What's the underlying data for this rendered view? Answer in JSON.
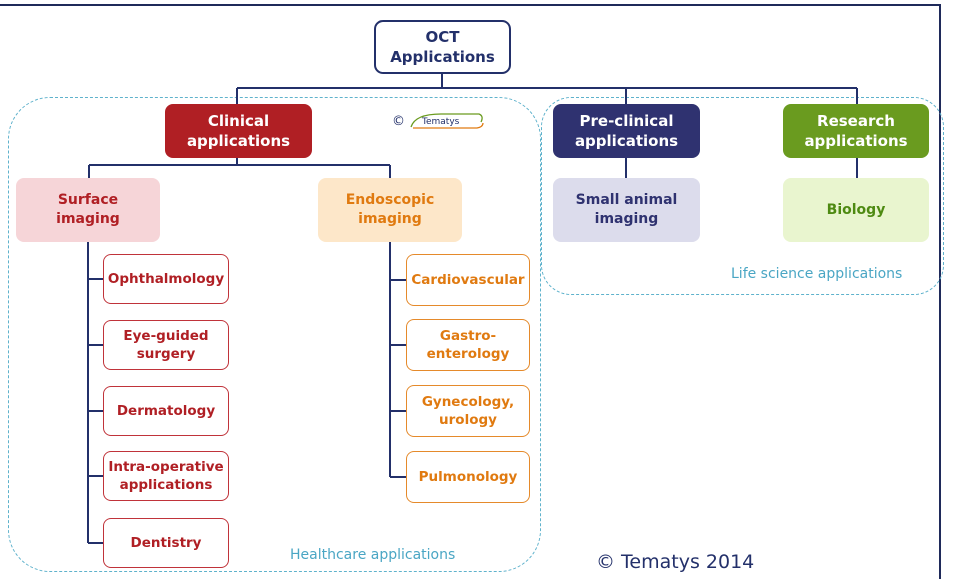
{
  "root": {
    "label_line1": "OCT",
    "label_line2": "Applications"
  },
  "categories": {
    "clinical": {
      "line1": "Clinical",
      "line2": "applications"
    },
    "preclinical": {
      "line1": "Pre-clinical",
      "line2": "applications"
    },
    "research": {
      "line1": "Research",
      "line2": "applications"
    }
  },
  "subcategories": {
    "surface": {
      "line1": "Surface",
      "line2": "imaging"
    },
    "endoscopic": {
      "line1": "Endoscopic",
      "line2": "imaging"
    },
    "small_animal": {
      "line1": "Small animal",
      "line2": "imaging"
    },
    "biology": {
      "line1": "Biology"
    }
  },
  "surface_leaves": [
    {
      "line1": "Ophthalmology"
    },
    {
      "line1": "Eye-guided",
      "line2": "surgery"
    },
    {
      "line1": "Dermatology"
    },
    {
      "line1": "Intra-operative",
      "line2": "applications"
    },
    {
      "line1": "Dentistry"
    }
  ],
  "endoscopic_leaves": [
    {
      "line1": "Cardiovascular"
    },
    {
      "line1": "Gastro-",
      "line2": "enterology"
    },
    {
      "line1": "Gynecology,",
      "line2": "urology"
    },
    {
      "line1": "Pulmonology"
    }
  ],
  "groups": {
    "healthcare": "Healthcare applications",
    "life_science": "Life science applications"
  },
  "logo": {
    "symbol": "©",
    "text": "Tematys"
  },
  "copyright": "© Tematys 2014",
  "colors": {
    "navy": "#23306a",
    "clinical_red": "#b01f24",
    "preclinical_navy": "#2f3270",
    "research_green": "#6a9b1f",
    "endoscopic_orange": "#e07a10",
    "group_border": "#5fb2cc"
  }
}
